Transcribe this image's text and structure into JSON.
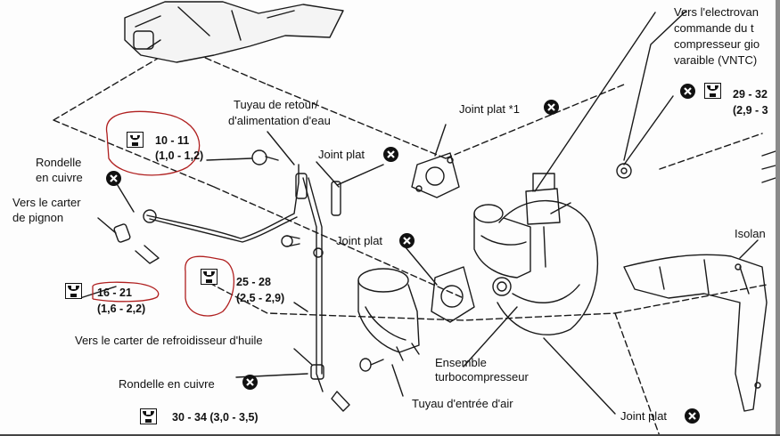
{
  "labels": {
    "vers_electrovanne": "Vers l'electrovan",
    "commande": "commande du t",
    "compresseur": "compresseur gio",
    "variable": "varaible (VNTC)",
    "tuyau_retour": "Tuyau de retour/",
    "alimentation": "d'alimentation d'eau",
    "joint_plat_1": "Joint plat *1",
    "joint_plat_2": "Joint plat",
    "joint_plat_3": "Joint plat",
    "joint_plat_4": "Joint plat",
    "rondelle_cuivre_1": "Rondelle",
    "rondelle_cuivre_1b": "en cuivre",
    "vers_carter": "Vers le carter",
    "de_pignon": "de pignon",
    "isolant": "Isolan",
    "vers_carter_refroid": "Vers le carter de refroidisseur d'huile",
    "rondelle_cuivre_2": "Rondelle en cuivre",
    "ensemble": "Ensemble",
    "turbocompresseur": "turbocompresseur",
    "tuyau_entree": "Tuyau d'entrée d'air"
  },
  "torques": {
    "t1_a": "10 - 11",
    "t1_b": "(1,0 - 1,2)",
    "t2_a": "16 - 21",
    "t2_b": "(1,6 - 2,2)",
    "t3_a": "25 - 28",
    "t3_b": "(2,5 - 2,9)",
    "t4_a": "29 - 32",
    "t4_b": "(2,9 - 3",
    "t5": "30 - 34 (3,0 - 3,5)"
  },
  "colors": {
    "annotation_red": "#b02020",
    "line": "#1a1a1a"
  },
  "icons": [
    "wrench-torque-icon",
    "gasket-replace-icon"
  ]
}
